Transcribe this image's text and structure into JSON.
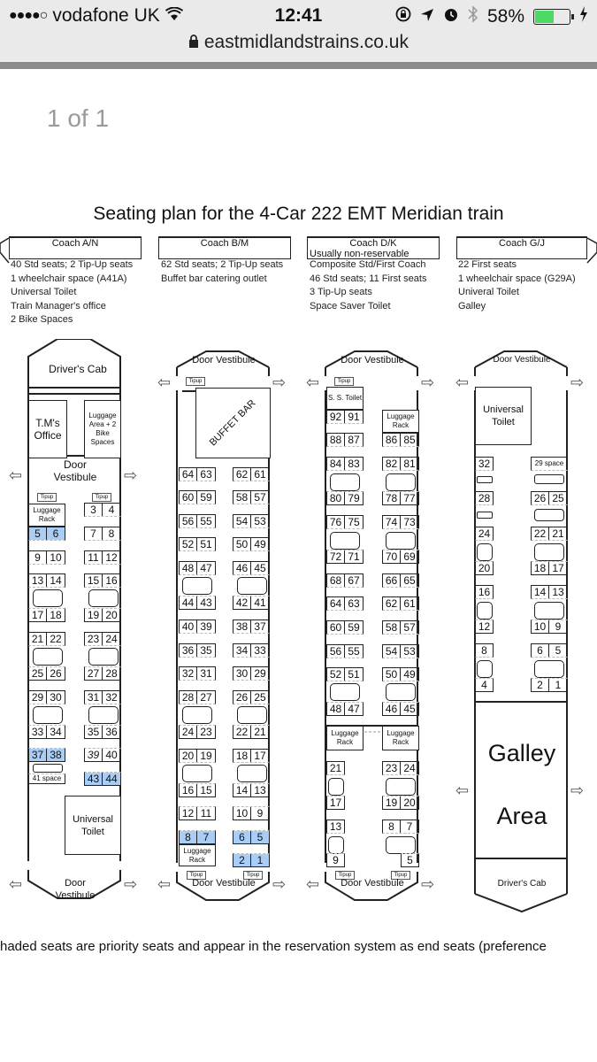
{
  "status_bar": {
    "signal": "●●●●○",
    "carrier": "vodafone UK",
    "time": "12:41",
    "battery_percent": "58%",
    "battery_color": "#4cd964"
  },
  "browser": {
    "url": "eastmidlandstrains.co.uk"
  },
  "pager": "1 of 1",
  "document": {
    "title": "Seating plan for the 4-Car 222 EMT Meridian train",
    "priority_color": "#a9cdf5",
    "footer_note": "haded seats are priority seats and appear in the reservation system as end seats (preference",
    "coaches": [
      {
        "name": "Coach A/N",
        "info": [
          "40 Std seats; 2 Tip-Up seats",
          "1 wheelchair space (A41A)",
          "Universal Toilet",
          "Train Manager's office",
          "2 Bike Spaces"
        ],
        "labels": {
          "cab": "Driver's Cab",
          "office": "T.M's Office",
          "luggage_area": "Luggage Area + 2 Bike Spaces",
          "vestibule": "Door Vestibule",
          "luggage_rack": "Luggage Rack",
          "toilet": "Universal Toilet",
          "vestibule_end": "Door Vestibule",
          "tipup": "Tipup",
          "space": "41 space"
        },
        "seats": {
          "r3": [
            "3",
            "4"
          ],
          "r5": [
            "5",
            "6"
          ],
          "r7": [
            "7",
            "8"
          ],
          "r9": [
            "9",
            "10"
          ],
          "r11": [
            "11",
            "12"
          ],
          "r13": [
            "13",
            "14"
          ],
          "r15": [
            "15",
            "16"
          ],
          "r17": [
            "17",
            "18"
          ],
          "r19": [
            "19",
            "20"
          ],
          "r21": [
            "21",
            "22"
          ],
          "r23": [
            "23",
            "24"
          ],
          "r25": [
            "25",
            "26"
          ],
          "r27": [
            "27",
            "28"
          ],
          "r29": [
            "29",
            "30"
          ],
          "r31": [
            "31",
            "32"
          ],
          "r33": [
            "33",
            "34"
          ],
          "r35": [
            "35",
            "36"
          ],
          "r37": [
            "37",
            "38"
          ],
          "r39": [
            "39",
            "40"
          ],
          "r43": [
            "43",
            "44"
          ]
        }
      },
      {
        "name": "Coach B/M",
        "info": [
          "62 Std seats; 2 Tip-Up seats",
          "Buffet bar catering outlet"
        ],
        "labels": {
          "vestibule": "Door Vestibule",
          "buffet": "BUFFET BAR",
          "luggage_rack": "Luggage Rack",
          "vestibule_end": "Door Vestibule",
          "tipup": "Tipup"
        },
        "seats": {
          "l64": [
            "64",
            "63"
          ],
          "r62": [
            "62",
            "61"
          ],
          "l60": [
            "60",
            "59"
          ],
          "r58": [
            "58",
            "57"
          ],
          "l56": [
            "56",
            "55"
          ],
          "r54": [
            "54",
            "53"
          ],
          "l52": [
            "52",
            "51"
          ],
          "r50": [
            "50",
            "49"
          ],
          "l48": [
            "48",
            "47"
          ],
          "r46": [
            "46",
            "45"
          ],
          "l44": [
            "44",
            "43"
          ],
          "r42": [
            "42",
            "41"
          ],
          "l40": [
            "40",
            "39"
          ],
          "r38": [
            "38",
            "37"
          ],
          "l36": [
            "36",
            "35"
          ],
          "r34": [
            "34",
            "33"
          ],
          "l32": [
            "32",
            "31"
          ],
          "r30": [
            "30",
            "29"
          ],
          "l28": [
            "28",
            "27"
          ],
          "r26": [
            "26",
            "25"
          ],
          "l24": [
            "24",
            "23"
          ],
          "r22": [
            "22",
            "21"
          ],
          "l20": [
            "20",
            "19"
          ],
          "r18": [
            "18",
            "17"
          ],
          "l16": [
            "16",
            "15"
          ],
          "r14": [
            "14",
            "13"
          ],
          "l12": [
            "12",
            "11"
          ],
          "r10": [
            "10",
            "9"
          ],
          "l8": [
            "8",
            "7"
          ],
          "r6": [
            "6",
            "5"
          ],
          "r2": [
            "2",
            "1"
          ]
        }
      },
      {
        "name": "Coach D/K",
        "subtitle": "Usually non-reservable",
        "info": [
          "Composite Std/First Coach",
          "46 Std seats; 11 First seats",
          "3 Tip-Up seats",
          "Space Saver Toilet"
        ],
        "labels": {
          "vestibule": "Door Vestibule",
          "toilet": "S. S. Toilet",
          "luggage_rack": "Luggage Rack",
          "vestibule_end": "Door Vestibule",
          "tipup": "Tipup"
        },
        "seats": {
          "l92": [
            "92",
            "91"
          ],
          "l88": [
            "88",
            "87"
          ],
          "r86": [
            "86",
            "85"
          ],
          "l84": [
            "84",
            "83"
          ],
          "r82": [
            "82",
            "81"
          ],
          "l80": [
            "80",
            "79"
          ],
          "r78": [
            "78",
            "77"
          ],
          "l76": [
            "76",
            "75"
          ],
          "r74": [
            "74",
            "73"
          ],
          "l72": [
            "72",
            "71"
          ],
          "r70": [
            "70",
            "69"
          ],
          "l68": [
            "68",
            "67"
          ],
          "r66": [
            "66",
            "65"
          ],
          "l64": [
            "64",
            "63"
          ],
          "r62": [
            "62",
            "61"
          ],
          "l60": [
            "60",
            "59"
          ],
          "r58": [
            "58",
            "57"
          ],
          "l56": [
            "56",
            "55"
          ],
          "r54": [
            "54",
            "53"
          ],
          "l52": [
            "52",
            "51"
          ],
          "r50": [
            "50",
            "49"
          ],
          "l48": [
            "48",
            "47"
          ],
          "r46": [
            "46",
            "45"
          ],
          "l21": "21",
          "r23": [
            "23",
            "24"
          ],
          "l17": "17",
          "r19": [
            "19",
            "20"
          ],
          "l13": "13",
          "r8": [
            "8",
            "7"
          ],
          "l9": "9",
          "r5": "5"
        }
      },
      {
        "name": "Coach G/J",
        "info": [
          "22 First seats",
          "1 wheelchair space (G29A)",
          "Univeral Toilet",
          "Galley"
        ],
        "labels": {
          "vestibule": "Door Vestibule",
          "toilet": "Universal Toilet",
          "galley": "Galley",
          "galley2": "Area",
          "cab": "Driver's Cab",
          "space": "29 space"
        },
        "seats": {
          "l32": "32",
          "l28": "28",
          "r26": [
            "26",
            "25"
          ],
          "l24": "24",
          "r22": [
            "22",
            "21"
          ],
          "l20": "20",
          "r18": [
            "18",
            "17"
          ],
          "l16": "16",
          "r14": [
            "14",
            "13"
          ],
          "l12": "12",
          "r10": [
            "10",
            "9"
          ],
          "l8": "8",
          "r6": [
            "6",
            "5"
          ],
          "l4": "4",
          "r2": [
            "2",
            "1"
          ]
        }
      }
    ]
  }
}
